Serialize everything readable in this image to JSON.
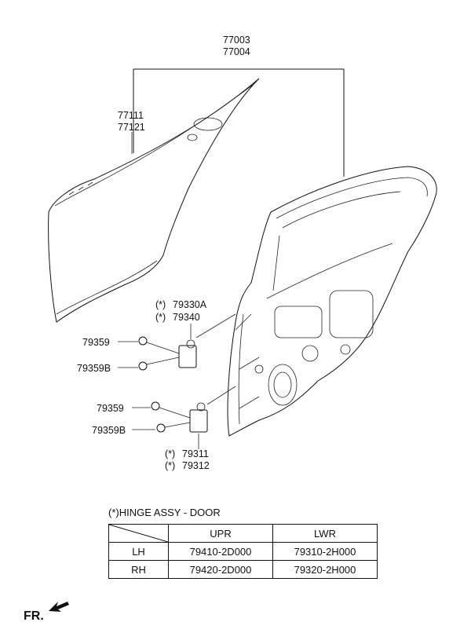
{
  "callouts": {
    "outer_panel_a": "77003",
    "outer_panel_b": "77004",
    "skin_a": "77111",
    "skin_b": "77121",
    "upper_hinge_a": "79330A",
    "upper_hinge_b": "79340",
    "upper_bolt": "79359",
    "upper_bolt_b": "79359B",
    "lower_bolt": "79359",
    "lower_bolt_b": "79359B",
    "lower_hinge_a": "79311",
    "lower_hinge_b": "79312",
    "star_mark": "(*)"
  },
  "legend": {
    "text": "(*)HINGE ASSY - DOOR"
  },
  "table": {
    "headers": [
      "",
      "UPR",
      "LWR"
    ],
    "rows": [
      {
        "side": "LH",
        "upr": "79410-2D000",
        "lwr": "79310-2H000"
      },
      {
        "side": "RH",
        "upr": "79420-2D000",
        "lwr": "79320-2H000"
      }
    ]
  },
  "direction": {
    "label": "FR.",
    "icon": "forward-arrow-icon"
  }
}
